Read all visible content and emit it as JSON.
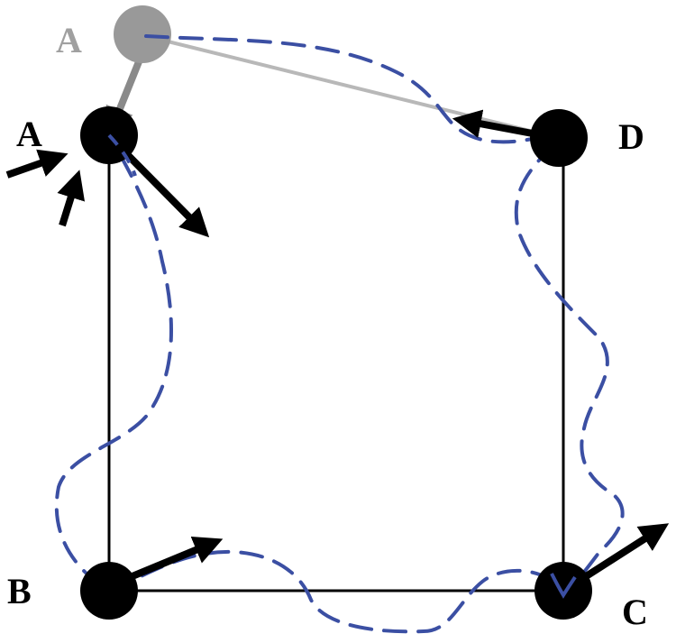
{
  "labels": {
    "a_ghost": "A",
    "a": "A",
    "b": "B",
    "c": "C",
    "d": "D"
  },
  "colors": {
    "background": "#ffffff",
    "node": "#000000",
    "edge": "#000000",
    "arrow": "#000000",
    "ghost_node": "#999999",
    "ghost_edge": "#b8b8b8",
    "ghost_arrow": "#8a8a8a",
    "ghost_label": "#a0a0a0",
    "path": "#3b4fa3"
  }
}
